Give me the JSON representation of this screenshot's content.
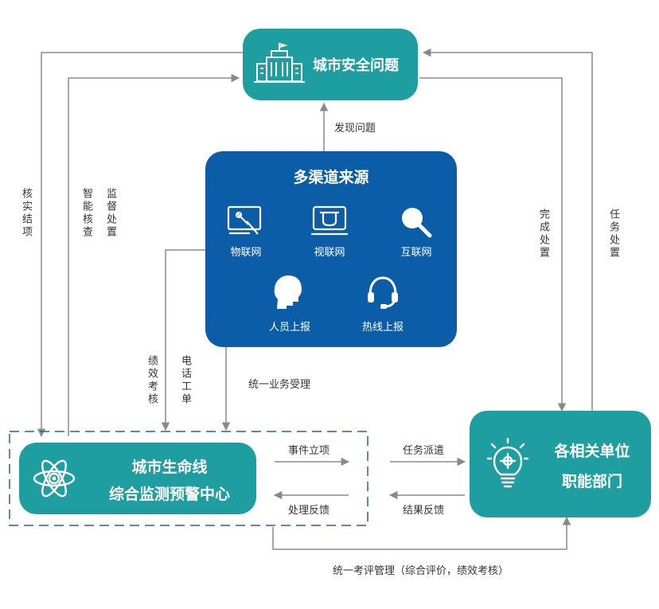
{
  "nodes": {
    "safety": "城市安全问题",
    "sources_title": "多渠道来源",
    "center_line1": "城市生命线",
    "center_line2": "综合监测预警中心",
    "depts_line1": "各相关单位",
    "depts_line2": "职能部门"
  },
  "channels": {
    "iot": "物联网",
    "video": "视联网",
    "internet": "互联网",
    "staff": "人员上报",
    "hotline": "热线上报"
  },
  "flows": {
    "discover": "发现问题",
    "verify_close": "核实结项",
    "smart_check": "智能核查",
    "supervise": "监督处置",
    "performance": "绩效考核",
    "phone_order": "电话工单",
    "unified_accept": "统一业务受理",
    "event_setup": "事件立项",
    "feedback": "处理反馈",
    "dispatch": "任务派遣",
    "result_feedback": "结果反馈",
    "complete": "完成处置",
    "task_handle": "任务处置",
    "evaluation": "统一考评管理（综合评价，绩效考核）"
  },
  "colors": {
    "teal": "#1e9ea0",
    "blue": "#0c5da8",
    "line": "#8a8a8a",
    "dash": "#2d5fa6"
  }
}
